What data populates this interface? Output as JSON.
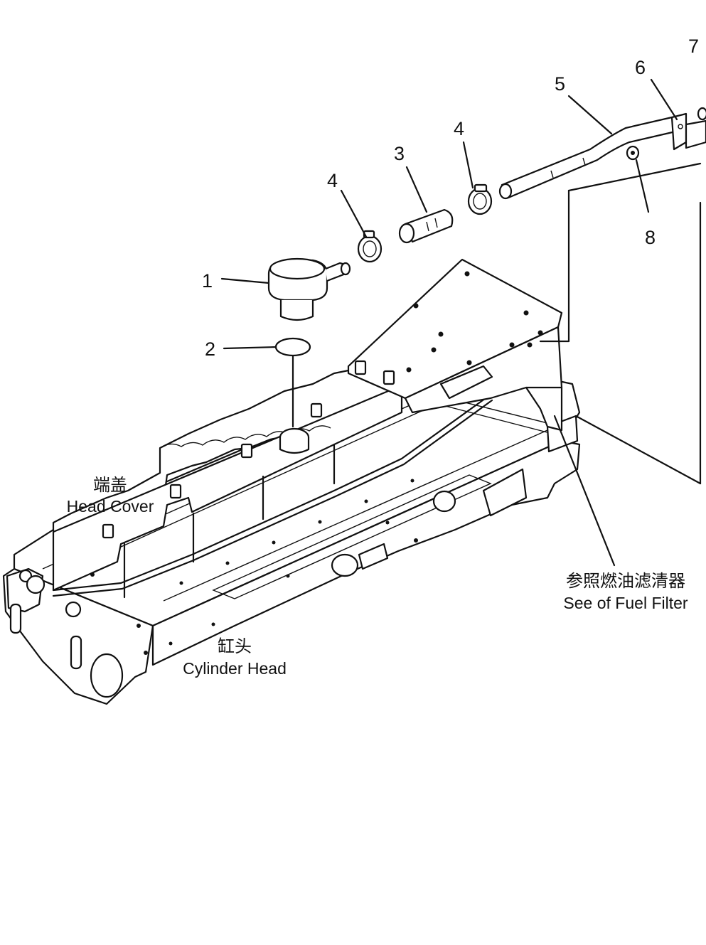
{
  "callouts": {
    "n1": "1",
    "n2": "2",
    "n3": "3",
    "n4a": "4",
    "n4b": "4",
    "n5": "5",
    "n6": "6",
    "n7": "7",
    "n8": "8"
  },
  "labels": {
    "head_cover_zh": "端盖",
    "head_cover_en": "Head Cover",
    "cylinder_head_zh": "缸头",
    "cylinder_head_en": "Cylinder Head",
    "fuel_filter_zh": "参照燃油滤清器",
    "fuel_filter_en": "See of Fuel Filter"
  }
}
